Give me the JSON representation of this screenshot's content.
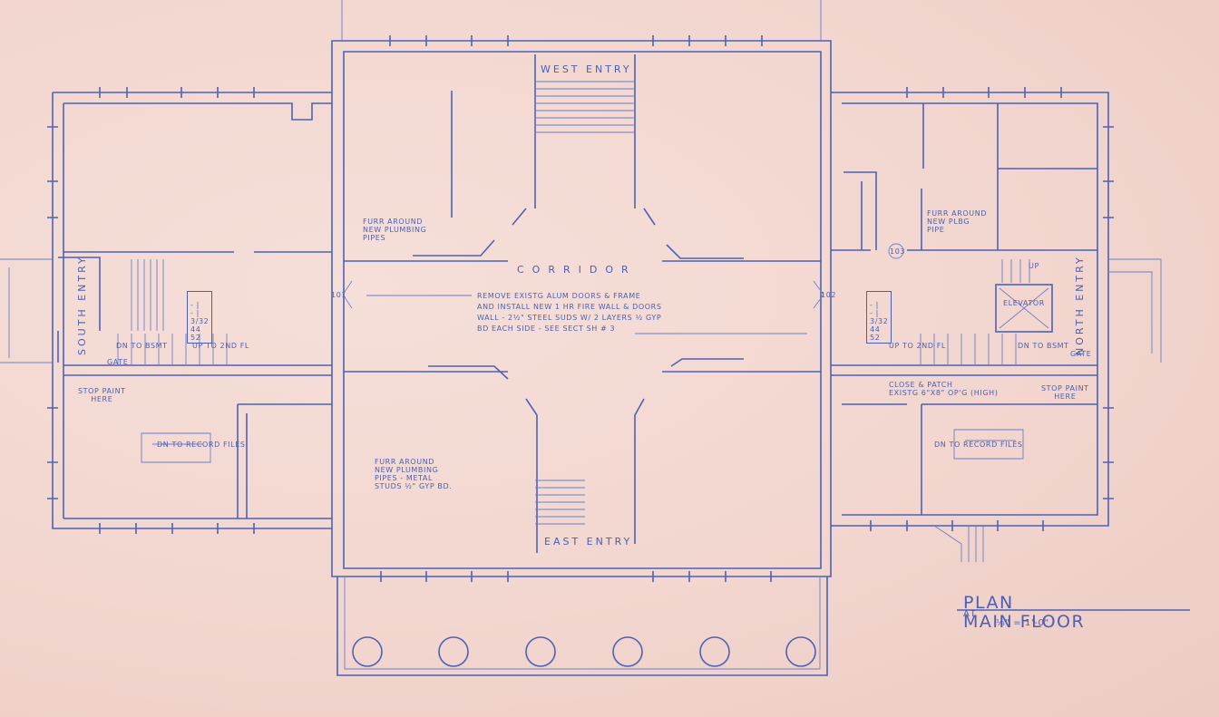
{
  "drawing": {
    "title_plan": "PLAN",
    "title_at": "AT",
    "title_floor": "MAIN FLOOR",
    "scale": "⅛\" = 1'-0\""
  },
  "entries": {
    "west": "WEST ENTRY",
    "east": "EAST ENTRY",
    "south": "SOUTH ENTRY",
    "north": "NORTH ENTRY"
  },
  "rooms": {
    "corridor": "CORRIDOR",
    "elevator": "ELEVATOR"
  },
  "stairs": {
    "south_down": "DN TO BSMT",
    "south_up": "UP TO 2ND FL",
    "north_up": "UP TO 2ND FL",
    "north_down": "DN TO BSMT",
    "elev_up": "UP",
    "south_records": "DN TO RECORD FILES",
    "north_records": "DN TO RECORD FILES"
  },
  "notes": {
    "furr_west": "FURR AROUND\nNEW PLUMBING\nPIPES",
    "furr_north": "FURR AROUND\nNEW PLBG\nPIPE",
    "furr_east": "FURR AROUND\nNEW PLUMBING\nPIPES - METAL\nSTUDS ½\" GYP BD.",
    "remove_doors": "REMOVE EXISTG ALUM DOORS & FRAME\nAND INSTALL NEW 1 HR FIRE WALL & DOORS\nWALL - 2½\" STEEL SUDS W/ 2 LAYERS ½ GYP\nBD EACH SIDE - SEE SECT SH # 3",
    "stop_paint_south": "STOP PAINT\nHERE",
    "stop_paint_north": "STOP PAINT\nHERE",
    "close_patch": "CLOSE & PATCH\nEXISTG 6\"x8\" OP'G (HIGH)",
    "gate_south": "GATE",
    "gate_north": "GATE"
  },
  "tags": {
    "door_101": "101",
    "door_102": "102",
    "room_103": "103",
    "schedule": [
      "-",
      "-",
      "3/32",
      "44",
      "52"
    ]
  }
}
